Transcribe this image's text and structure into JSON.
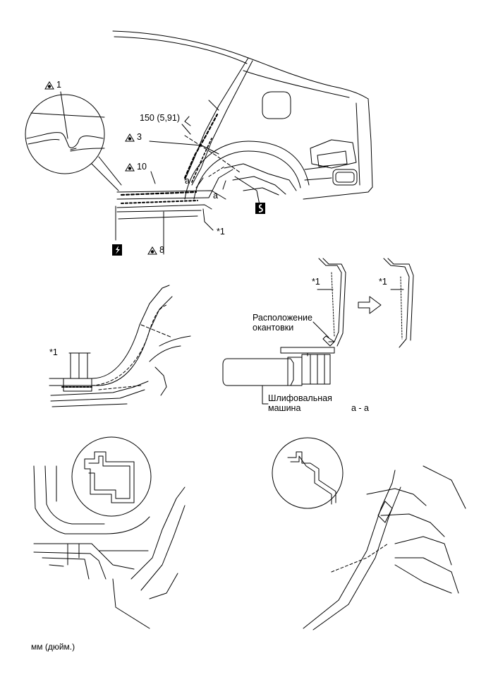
{
  "labels": {
    "weld_spot_1": "1",
    "weld_spot_3": "3",
    "weld_spot_10": "10",
    "weld_spot_8": "8",
    "dimension": "150 (5,91)",
    "section_a_1": "a",
    "section_a_2": "a",
    "callout_main": "*1",
    "callout_lower_left": "*1",
    "callout_section_1": "*1",
    "callout_section_2": "*1",
    "seam_location_line1": "Расположение",
    "seam_location_line2": "окантовки",
    "grinder_line1": "Шлифовальная",
    "grinder_line2": "машина",
    "section_title": "a - a"
  },
  "footer": {
    "units": "мм (дюйм.)"
  },
  "icons": [
    "spot-weld-icon",
    "cut-symbol-icon",
    "arrow-right-icon"
  ]
}
